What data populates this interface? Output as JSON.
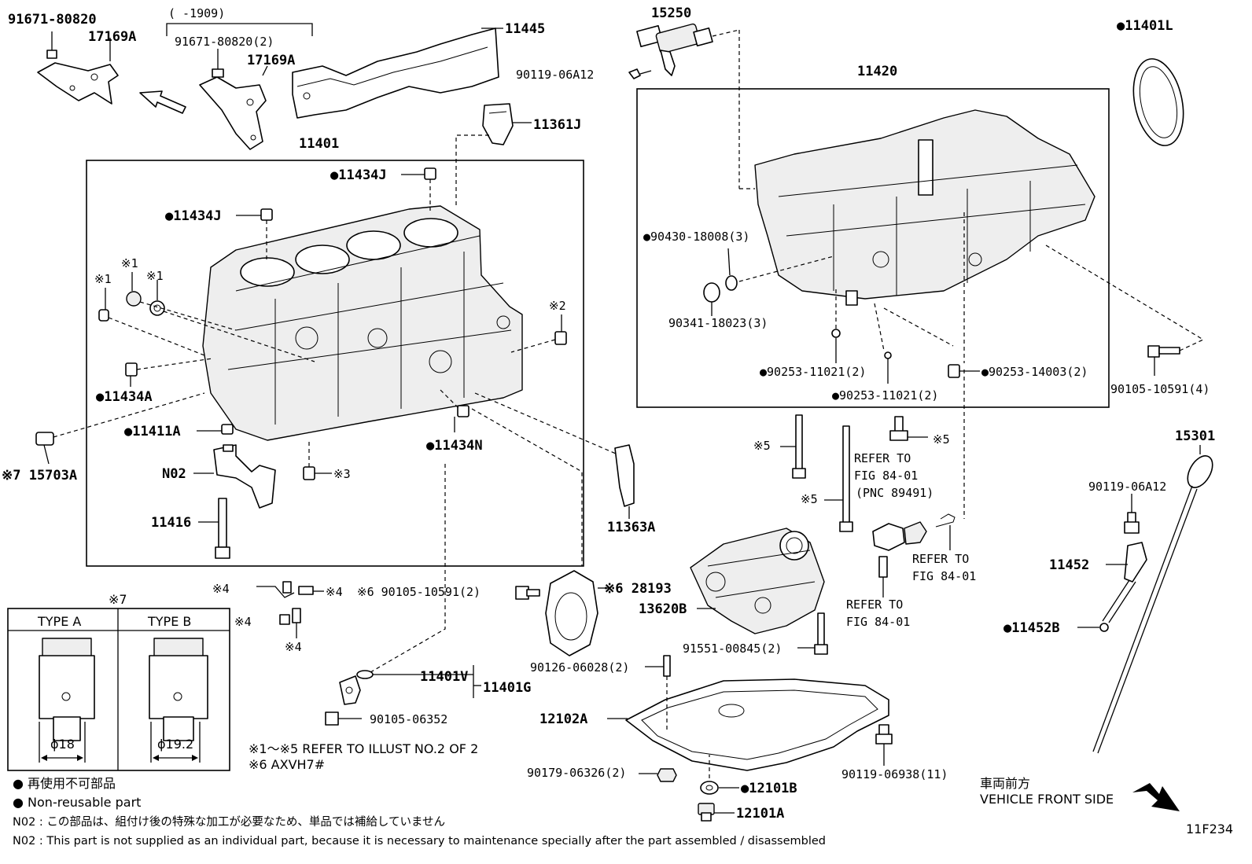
{
  "parts": {
    "p_91671_80820_a": "91671-80820",
    "p_17169A_a": "17169A",
    "p_range": "(    -1909)",
    "p_91671_80820_b": "91671-80820(2)",
    "p_17169A_b": "17169A",
    "p_11445": "11445",
    "p_15250": "15250",
    "p_90119_06A12_a": "90119-06A12",
    "p_11401L": "●11401L",
    "p_11420": "11420",
    "p_11361J": "11361J",
    "p_11401": "11401",
    "p_11434J_a": "●11434J",
    "p_11434J_b": "●11434J",
    "p_x1_a": "※1",
    "p_x1_b": "※1",
    "p_x1_c": "※1",
    "p_x2": "※2",
    "p_11434A": "●11434A",
    "p_11411A": "●11411A",
    "p_11434N": "●11434N",
    "p_x7_15703A": "※7 15703A",
    "p_N02": "N02",
    "p_x3": "※3",
    "p_11416": "11416",
    "p_90430": "●90430-18008(3)",
    "p_90341": "90341-18023(3)",
    "p_90253_11021_a": "●90253-11021(2)",
    "p_90253_11021_b": "●90253-11021(2)",
    "p_90253_14003": "●90253-14003(2)",
    "p_90105_10591_4": "90105-10591(4)",
    "p_15301": "15301",
    "p_x5_a": "※5",
    "p_x5_b": "※5",
    "p_x5_c": "※5",
    "p_refer1_a": "REFER TO",
    "p_refer1_b": "FIG 84-01",
    "p_refer1_c": "(PNC 89491)",
    "p_refer2_a": "REFER TO",
    "p_refer2_b": "FIG 84-01",
    "p_refer3_a": "REFER TO",
    "p_refer3_b": "FIG 84-01",
    "p_90119_06A12_b": "90119-06A12",
    "p_11452": "11452",
    "p_11452B": "●11452B",
    "p_11363A": "11363A",
    "p_28193": "※6 28193",
    "p_13620B": "13620B",
    "p_91551": "91551-00845(2)",
    "p_x4_a": "※4",
    "p_x4_b": "※4",
    "p_x4_c": "※4",
    "p_x4_d": "※4",
    "p_90105_10591_2": "※6 90105-10591(2)",
    "p_90126": "90126-06028(2)",
    "p_11401V": "11401V",
    "p_11401G": "11401G",
    "p_90105_06352": "90105-06352",
    "p_12102A": "12102A",
    "p_90179": "90179-06326(2)",
    "p_90119_06938": "90119-06938(11)",
    "p_12101B": "●12101B",
    "p_12101A": "12101A"
  },
  "type_box": {
    "note_ref": "※7",
    "type_a": "TYPE A",
    "type_b": "TYPE B",
    "dim_a": "ϕ18",
    "dim_b": "ϕ19.2"
  },
  "notes": {
    "refer_illust": "※1～※5  REFER TO ILLUST NO.2 OF 2",
    "x6_note": "※6 AXVH7#",
    "nonreusable_jp": "● 再使用不可部品",
    "nonreusable_en": "● Non-reusable part",
    "n02_jp": "N02 : この部品は、組付け後の特殊な加工が必要なため、単品では補給していません",
    "n02_en": "N02 : This part is not supplied as an individual part, because it is necessary to maintenance specially after the part assembled / disassembled",
    "vehicle_front_jp": "車両前方",
    "vehicle_front_en": "VEHICLE FRONT SIDE",
    "fig_code": "11F234"
  }
}
